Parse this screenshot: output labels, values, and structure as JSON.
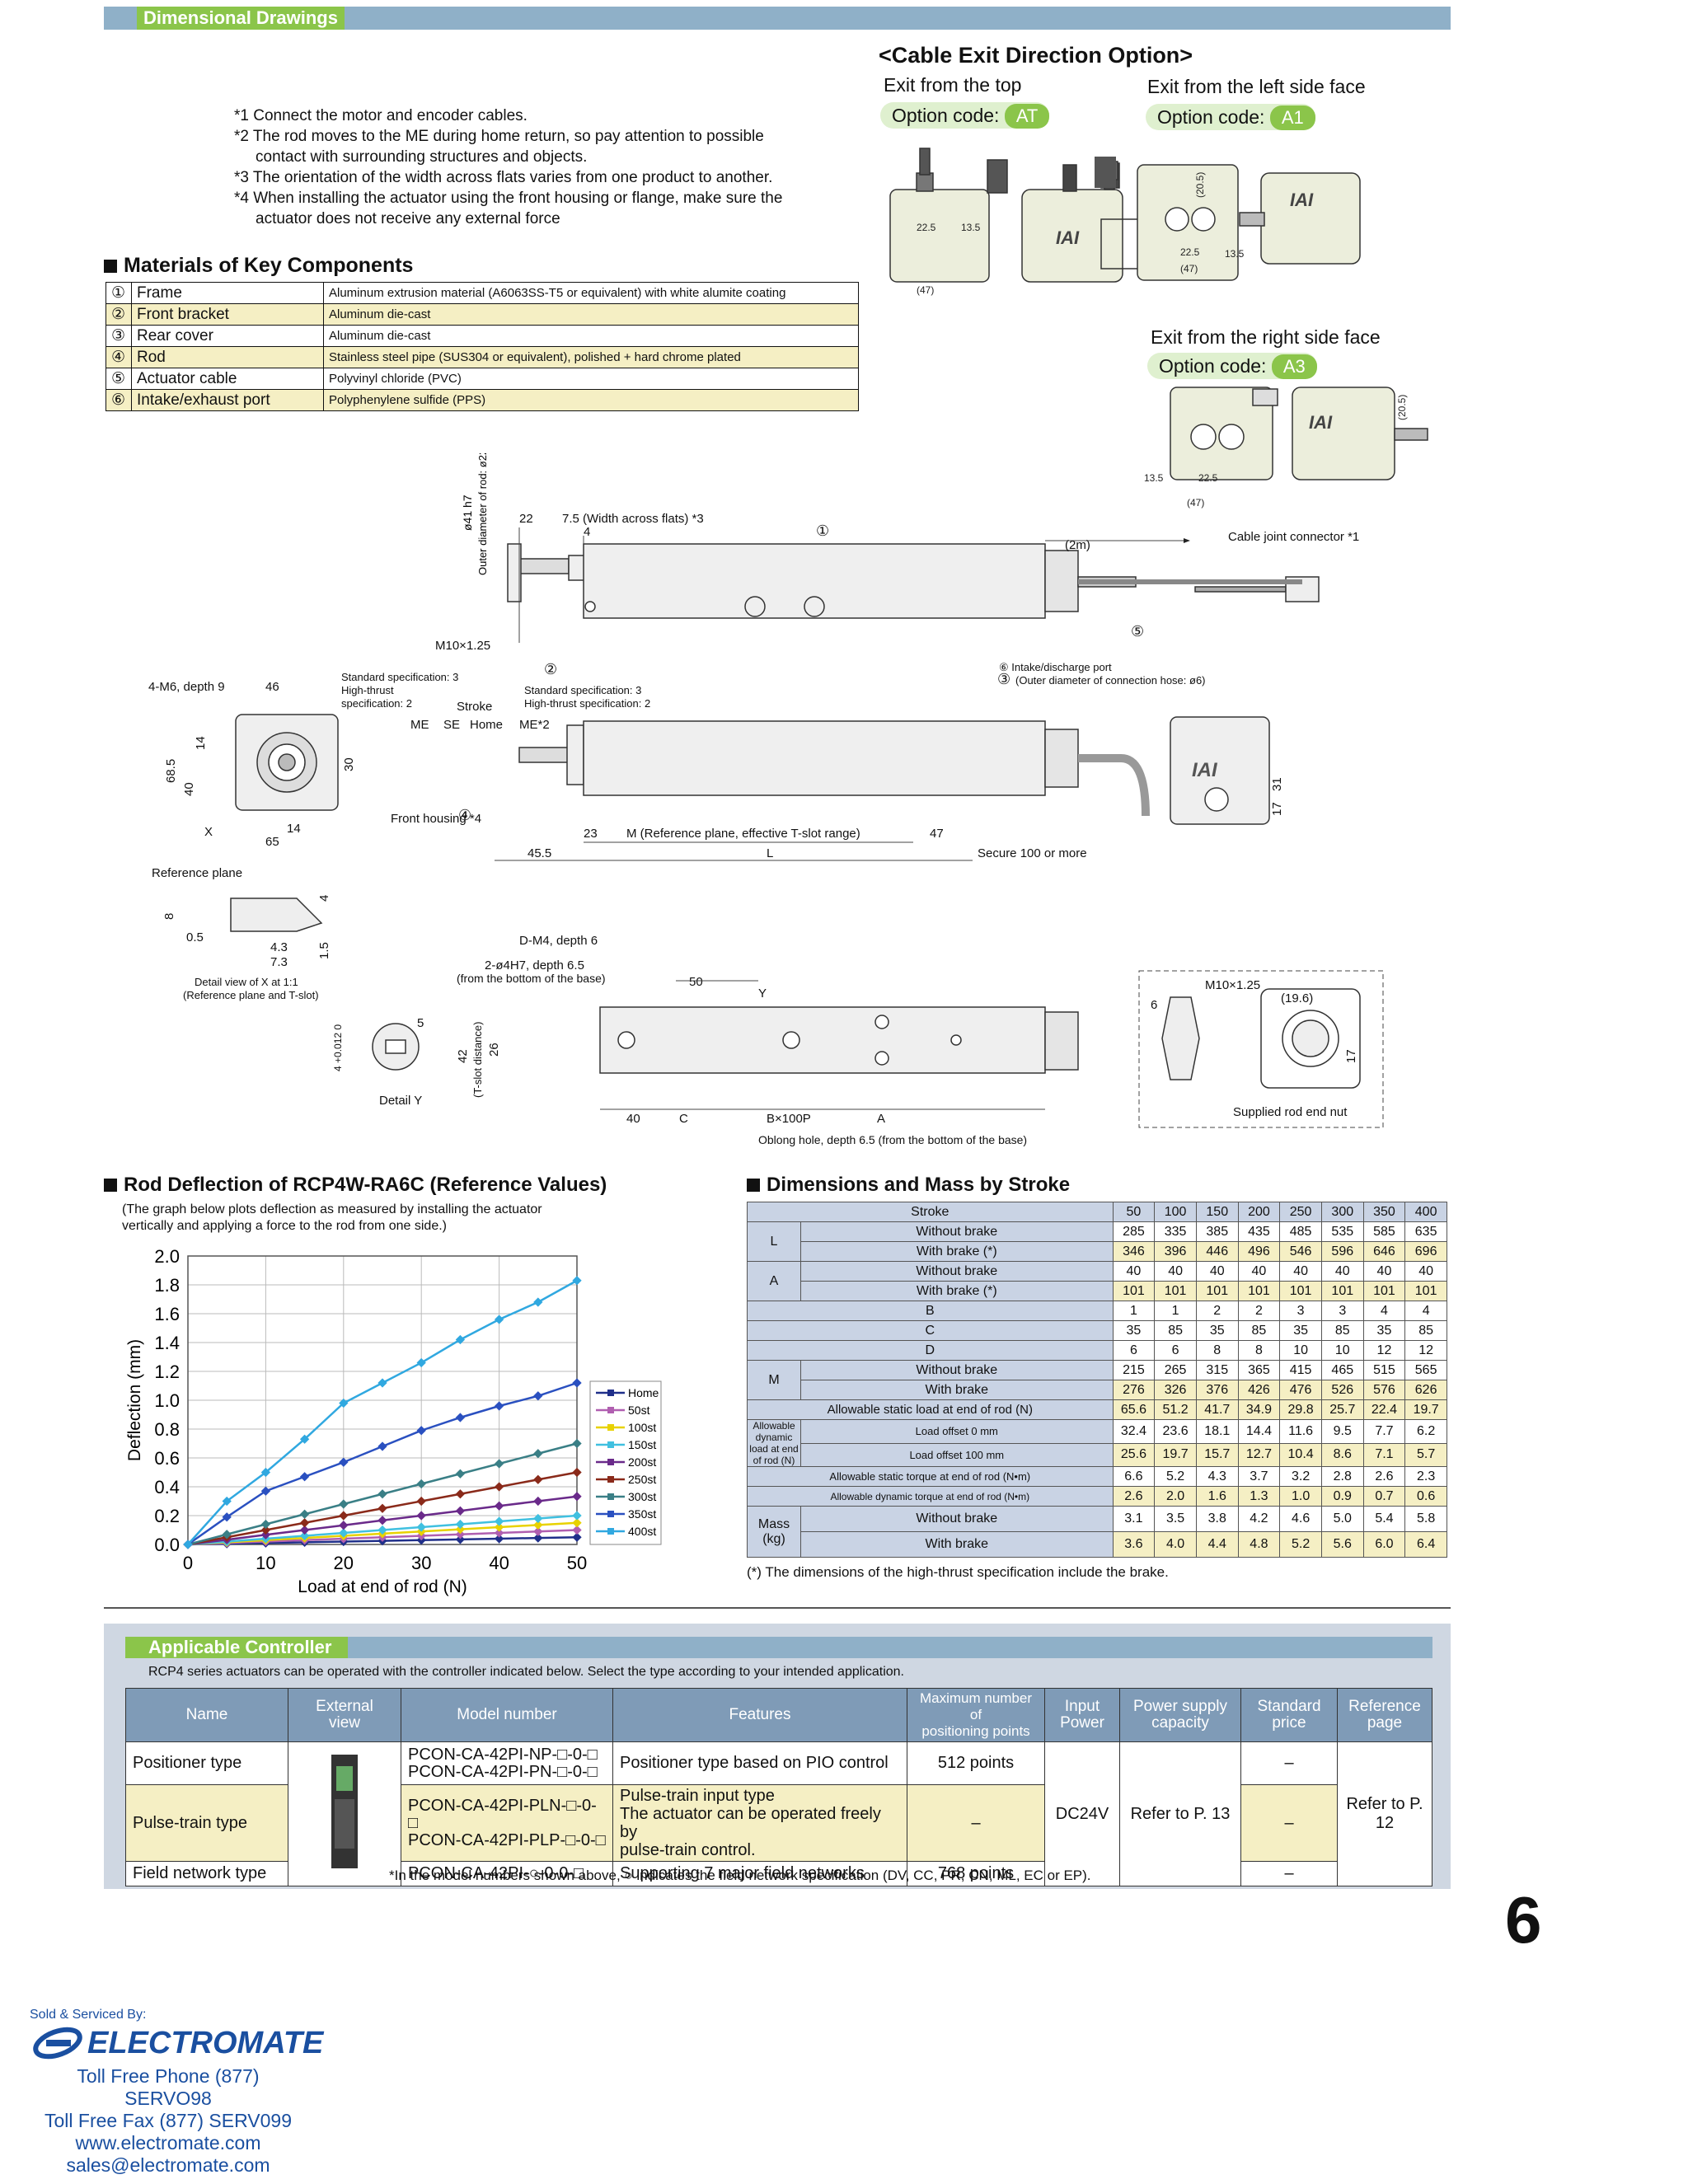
{
  "header": {
    "title": "Dimensional Drawings"
  },
  "cable_exit": {
    "title": "<Cable Exit Direction Option>",
    "top": {
      "label": "Exit from the top",
      "code_label": "Option code:",
      "code": "AT"
    },
    "left": {
      "label": "Exit from the left side face",
      "code_label": "Option code:",
      "code": "A1"
    },
    "right": {
      "label": "Exit from the right side face",
      "code_label": "Option code:",
      "code": "A3"
    },
    "dims": {
      "d225": "22.5",
      "d135": "13.5",
      "d47": "(47)",
      "d205": "(20.5)"
    },
    "logo": "IAI"
  },
  "notes": [
    "*1 Connect the motor and encoder cables.",
    "*2 The rod moves to the ME during home return, so pay attention to possible",
    "contact with surrounding structures and objects.",
    "*3 The orientation of the width across flats varies from one product to another.",
    "*4 When installing the actuator using the front housing or flange, make sure the",
    "actuator does not receive any external force"
  ],
  "materials": {
    "title": "Materials of Key Components",
    "rows": [
      {
        "num": "①",
        "name": "Frame",
        "desc": "Aluminum extrusion material (A6063SS-T5 or equivalent) with white alumite coating"
      },
      {
        "num": "②",
        "name": "Front bracket",
        "desc": "Aluminum die-cast"
      },
      {
        "num": "③",
        "name": "Rear cover",
        "desc": "Aluminum die-cast"
      },
      {
        "num": "④",
        "name": "Rod",
        "desc": "Stainless steel pipe (SUS304 or equivalent), polished + hard chrome plated"
      },
      {
        "num": "⑤",
        "name": "Actuator cable",
        "desc": "Polyvinyl chloride (PVC)"
      },
      {
        "num": "⑥",
        "name": "Intake/exhaust port",
        "desc": "Polyphenylene sulfide (PPS)"
      }
    ]
  },
  "drawing": {
    "rod_dia": "ø41 h7",
    "rod_outer": "Outer diameter of rod: ø22",
    "d22": "22",
    "waf": "7.5 (Width across flats) *3",
    "d4": "4",
    "n1": "①",
    "n2": "②",
    "n3": "③",
    "n4": "④",
    "n5": "⑤",
    "cable_len": "(2m)",
    "cable_joint": "Cable joint connector *1",
    "thread": "M10×1.25",
    "port": "⑥ Intake/discharge port",
    "port2": "(Outer diameter of connection hose: ø6)",
    "std1": "Standard specification: 3",
    "std2": "High-thrust",
    "std3": "specification: 2",
    "std4": "Standard specification: 3",
    "std5": "High-thrust specification: 2",
    "stroke": "Stroke",
    "me": "ME",
    "se": "SE",
    "home": "Home",
    "me2": "ME*2",
    "m4": "4-M6, depth 9",
    "d46": "46",
    "d14": "14",
    "d685": "68.5",
    "d40": "40",
    "d30": "30",
    "dx": "X",
    "d14b": "14",
    "d65": "65",
    "front_housing": "Front housing *4",
    "d23": "23",
    "mref": "M (Reference plane, effective T-slot range)",
    "d47": "47",
    "d455": "45.5",
    "dl": "L",
    "secure": "Secure 100 or more",
    "ref_plane": "Reference plane",
    "d8": "8",
    "d05": "0.5",
    "d43": "4.3",
    "d73": "7.3",
    "d4b": "4",
    "d15": "1.5",
    "detail_x": "Detail view of X at 1:1",
    "detail_x2": "(Reference plane and T-slot)",
    "tol": "4 +0.012 0",
    "d5": "5",
    "detail_y": "Detail Y",
    "dm4": "D-M4, depth 6",
    "h7": "2-ø4H7, depth 6.5",
    "h7b": "(from the bottom of the base)",
    "d50": "50",
    "dy": "Y",
    "d42": "42",
    "tslot": "(T-slot distance)",
    "d26": "26",
    "d40b": "40",
    "dc": "C",
    "b100": "B×100P",
    "da": "A",
    "oblong": "Oblong hole, depth 6.5 (from the bottom of the base)",
    "d31": "31",
    "d17": "17",
    "nut_thread": "M10×1.25",
    "d6": "6",
    "d196": "(19.6)",
    "d17b": "17",
    "nut": "Supplied rod end nut",
    "logo": "IAI"
  },
  "chart_title": "Rod Deflection of RCP4W-RA6C (Reference Values)",
  "chart_note1": "(The graph below plots deflection as measured by installing the actuator",
  "chart_note2": "vertically and applying a force to the rod from one side.)",
  "chart_data": {
    "type": "line",
    "xlabel": "Load at end of rod (N)",
    "ylabel": "Deflection (mm)",
    "xlim": [
      0,
      50
    ],
    "ylim": [
      0,
      2.0
    ],
    "xticks": [
      "0",
      "10",
      "20",
      "30",
      "40",
      "50"
    ],
    "yticks": [
      "0.0",
      "0.2",
      "0.4",
      "0.6",
      "0.8",
      "1.0",
      "1.2",
      "1.4",
      "1.6",
      "1.8",
      "2.0"
    ],
    "x": [
      0,
      5,
      10,
      15,
      20,
      25,
      30,
      35,
      40,
      45,
      50
    ],
    "grid": true,
    "legend": "right",
    "series": [
      {
        "name": "Home",
        "color": "#1f2f8a",
        "marker": "diamond",
        "values": [
          0,
          0.005,
          0.01,
          0.015,
          0.02,
          0.025,
          0.03,
          0.035,
          0.04,
          0.045,
          0.05
        ]
      },
      {
        "name": "50st",
        "color": "#b05fb0",
        "marker": "square",
        "values": [
          0,
          0.01,
          0.02,
          0.03,
          0.04,
          0.05,
          0.06,
          0.07,
          0.08,
          0.09,
          0.1
        ]
      },
      {
        "name": "100st",
        "color": "#e8d200",
        "marker": "triangle",
        "values": [
          0,
          0.015,
          0.03,
          0.045,
          0.06,
          0.075,
          0.09,
          0.105,
          0.12,
          0.135,
          0.15
        ]
      },
      {
        "name": "150st",
        "color": "#40c0e0",
        "marker": "x",
        "values": [
          0,
          0.02,
          0.04,
          0.06,
          0.08,
          0.1,
          0.12,
          0.14,
          0.16,
          0.18,
          0.2
        ]
      },
      {
        "name": "200st",
        "color": "#6a2a8a",
        "marker": "star",
        "values": [
          0,
          0.033,
          0.067,
          0.1,
          0.133,
          0.167,
          0.2,
          0.233,
          0.267,
          0.3,
          0.333
        ]
      },
      {
        "name": "250st",
        "color": "#8a2a1a",
        "marker": "circle",
        "values": [
          0,
          0.05,
          0.1,
          0.15,
          0.2,
          0.25,
          0.3,
          0.35,
          0.4,
          0.45,
          0.5
        ]
      },
      {
        "name": "300st",
        "color": "#3a7f86",
        "marker": "plus",
        "values": [
          0,
          0.07,
          0.14,
          0.21,
          0.28,
          0.35,
          0.42,
          0.49,
          0.56,
          0.63,
          0.7
        ]
      },
      {
        "name": "350st",
        "color": "#2a50c0",
        "marker": "diamond",
        "values": [
          0,
          0.19,
          0.37,
          0.47,
          0.57,
          0.68,
          0.79,
          0.88,
          0.96,
          1.03,
          1.12
        ]
      },
      {
        "name": "400st",
        "color": "#30a8e0",
        "marker": "triangle-down",
        "values": [
          0,
          0.3,
          0.5,
          0.73,
          0.98,
          1.12,
          1.26,
          1.42,
          1.56,
          1.68,
          1.83
        ]
      }
    ]
  },
  "dims_table": {
    "title": "Dimensions and Mass by Stroke",
    "stroke_label": "Stroke",
    "strokes": [
      "50",
      "100",
      "150",
      "200",
      "250",
      "300",
      "350",
      "400"
    ],
    "labels": {
      "l": "L",
      "a": "A",
      "b": "B",
      "c": "C",
      "d": "D",
      "m": "M",
      "mass": "Mass",
      "kg": "(kg)",
      "without_brake": "Without brake",
      "with_brake_star": "With brake (*)",
      "with_brake": "With brake",
      "static_load": "Allowable static load at end of rod (N)",
      "dyn1": "Allowable dynamic",
      "dyn2": "load at end of rod (N)",
      "offset0": "Load offset 0 mm",
      "offset100": "Load offset 100 mm",
      "static_torque": "Allowable static torque at end of rod (N•m)",
      "dyn_torque": "Allowable dynamic torque at end of rod (N•m)"
    },
    "L_without": [
      "285",
      "335",
      "385",
      "435",
      "485",
      "535",
      "585",
      "635"
    ],
    "L_with": [
      "346",
      "396",
      "446",
      "496",
      "546",
      "596",
      "646",
      "696"
    ],
    "A_without": [
      "40",
      "40",
      "40",
      "40",
      "40",
      "40",
      "40",
      "40"
    ],
    "A_with": [
      "101",
      "101",
      "101",
      "101",
      "101",
      "101",
      "101",
      "101"
    ],
    "B": [
      "1",
      "1",
      "2",
      "2",
      "3",
      "3",
      "4",
      "4"
    ],
    "C": [
      "35",
      "85",
      "35",
      "85",
      "35",
      "85",
      "35",
      "85"
    ],
    "D": [
      "6",
      "6",
      "8",
      "8",
      "10",
      "10",
      "12",
      "12"
    ],
    "M_without": [
      "215",
      "265",
      "315",
      "365",
      "415",
      "465",
      "515",
      "565"
    ],
    "M_with": [
      "276",
      "326",
      "376",
      "426",
      "476",
      "526",
      "576",
      "626"
    ],
    "static_load": [
      "65.6",
      "51.2",
      "41.7",
      "34.9",
      "29.8",
      "25.7",
      "22.4",
      "19.7"
    ],
    "dyn0": [
      "32.4",
      "23.6",
      "18.1",
      "14.4",
      "11.6",
      "9.5",
      "7.7",
      "6.2"
    ],
    "dyn100": [
      "25.6",
      "19.7",
      "15.7",
      "12.7",
      "10.4",
      "8.6",
      "7.1",
      "5.7"
    ],
    "static_torque": [
      "6.6",
      "5.2",
      "4.3",
      "3.7",
      "3.2",
      "2.8",
      "2.6",
      "2.3"
    ],
    "dyn_torque": [
      "2.6",
      "2.0",
      "1.6",
      "1.3",
      "1.0",
      "0.9",
      "0.7",
      "0.6"
    ],
    "mass_without": [
      "3.1",
      "3.5",
      "3.8",
      "4.2",
      "4.6",
      "5.0",
      "5.4",
      "5.8"
    ],
    "mass_with": [
      "3.6",
      "4.0",
      "4.4",
      "4.8",
      "5.2",
      "5.6",
      "6.0",
      "6.4"
    ],
    "footnote": "(*) The dimensions of the high-thrust specification include the brake."
  },
  "controller": {
    "title": "Applicable Controller",
    "intro": "RCP4 series actuators can be operated with the controller indicated below. Select the type according to your intended application.",
    "headers": {
      "name": "Name",
      "ext1": "External",
      "ext2": "view",
      "model": "Model number",
      "features": "Features",
      "max1": "Maximum number of",
      "max2": "positioning points",
      "in1": "Input",
      "in2": "Power",
      "ps1": "Power supply",
      "ps2": "capacity",
      "sp1": "Standard",
      "sp2": "price",
      "rp1": "Reference",
      "rp2": "page"
    },
    "rows": [
      {
        "name": "Positioner type",
        "model1": "PCON-CA-42PI-NP-□-0-□",
        "model2": "PCON-CA-42PI-PN-□-0-□",
        "features": "Positioner type based on PIO control",
        "features2": "",
        "features3": "",
        "max": "512 points",
        "price": "–"
      },
      {
        "name": "Pulse-train type",
        "model1": "PCON-CA-42PI-PLN-□-0-□",
        "model2": "PCON-CA-42PI-PLP-□-0-□",
        "features": "Pulse-train input type",
        "features2": "The actuator can be operated freely by",
        "features3": "pulse-train control.",
        "max": "–",
        "price": "–"
      },
      {
        "name": "Field network type",
        "model1": "PCON-CA-42PI-○-0-0-□",
        "model2": "",
        "features": "Supporting 7 major field networks",
        "features2": "",
        "features3": "",
        "max": "768 points",
        "price": "–"
      }
    ],
    "input_power": "DC24V",
    "power_supply": "Refer to P. 13",
    "ref_page": "Refer to P. 12",
    "footnote": "*In the model numbers shown above, ○ indicates the field network specification (DV, CC, PR, CN, ML, EC or EP)."
  },
  "page_number": "6",
  "footer": {
    "sold": "Sold & Serviced By:",
    "brand": "ELECTROMATE",
    "phone": "Toll Free Phone  (877) SERVO98",
    "fax": "Toll Free Fax  (877) SERV099",
    "web": "www.electromate.com",
    "email": "sales@electromate.com"
  },
  "colors": {
    "accent_green": "#8bc54a",
    "bar_blue": "#8fb0c8",
    "table_blue": "#c9d3e4",
    "highlight": "#f5efc4",
    "brand_blue": "#1a4fa0"
  }
}
